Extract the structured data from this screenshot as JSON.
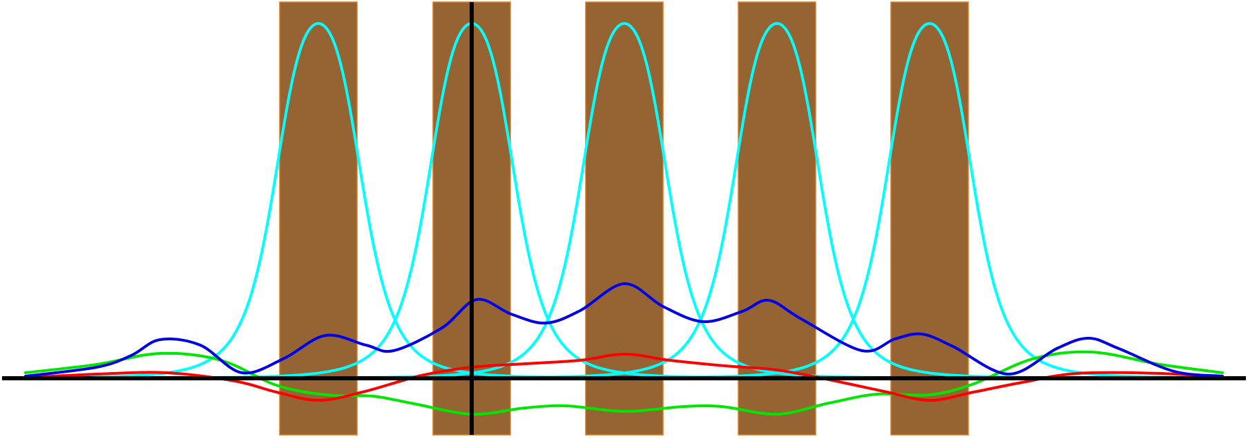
{
  "colors": {
    "background": "#ffffff",
    "barrier_fill": "#966432",
    "barrier_edge": "#e07a1a",
    "axis": "#000000",
    "localized_orbital": "#00ffff",
    "delocalized_low": "#0000e6",
    "delocalized_mid": "#00e600",
    "delocalized_high": "#ff0000"
  },
  "icons": {
    "barrier": "rectangular-potential-well",
    "axis": "coordinate-axis"
  },
  "diagram": {
    "barrier_count": 5,
    "localized_peak_count": 5,
    "curve_count": 8
  }
}
